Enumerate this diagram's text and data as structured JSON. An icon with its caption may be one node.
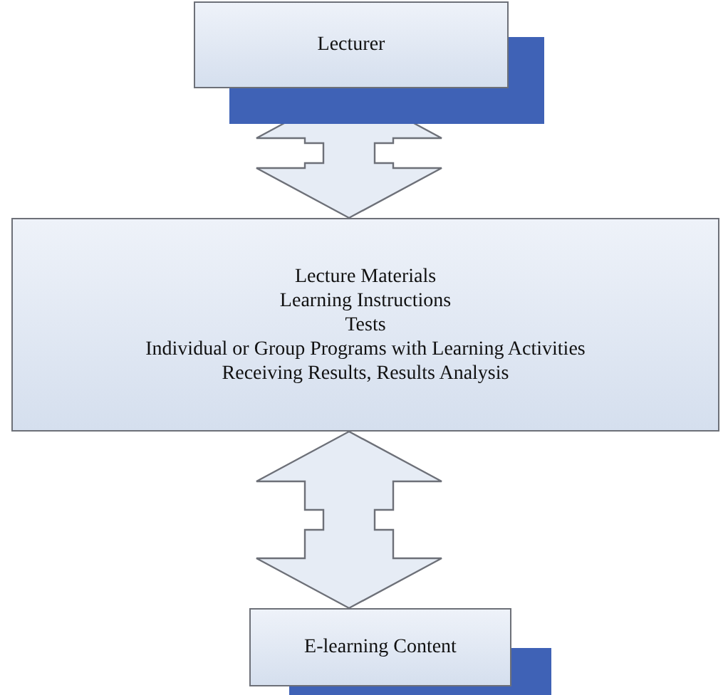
{
  "diagram": {
    "nodes": [
      {
        "text": [
          "Lecturer"
        ]
      },
      {
        "text": [
          "Lecture Materials",
          "Learning Instructions",
          "Tests",
          "Individual or Group Programs with  Learning Activities",
          "Receiving Results, Results Analysis"
        ]
      },
      {
        "text": [
          "E-learning Content"
        ]
      }
    ],
    "edges": [
      {
        "from": 0,
        "to": 1,
        "arrow": "both"
      },
      {
        "from": 1,
        "to": 2,
        "arrow": "both"
      }
    ]
  }
}
